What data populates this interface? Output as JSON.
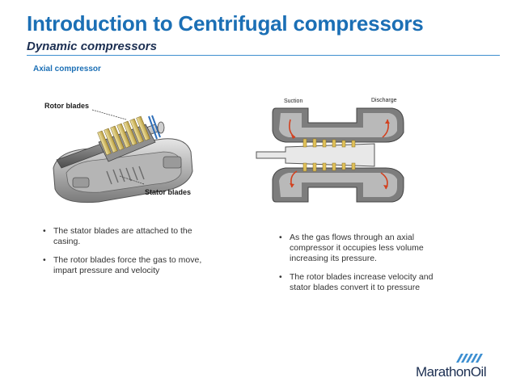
{
  "slide": {
    "title": "Introduction to Centrifugal compressors",
    "subtitle": "Dynamic compressors",
    "section": "Axial compressor"
  },
  "left_figure": {
    "rotor_label": "Rotor blades",
    "stator_label": "Stator blades"
  },
  "right_figure": {
    "suction_label": "Suction",
    "discharge_label": "Discharge"
  },
  "left_bullets": [
    "The stator blades are attached to the casing.",
    "The rotor blades force the gas to move, impart pressure and velocity"
  ],
  "right_bullets": [
    "As the gas flows through an axial compressor it occupies less volume increasing its pressure.",
    "The rotor blades increase velocity and stator blades convert it to pressure"
  ],
  "logo": {
    "text": "MarathonOil",
    "icon": "marathon-wave-icon",
    "color": "#1c2f52"
  },
  "colors": {
    "title": "#1b6fb5",
    "subtitle": "#1c2f52",
    "rule": "#3f8fcf"
  }
}
